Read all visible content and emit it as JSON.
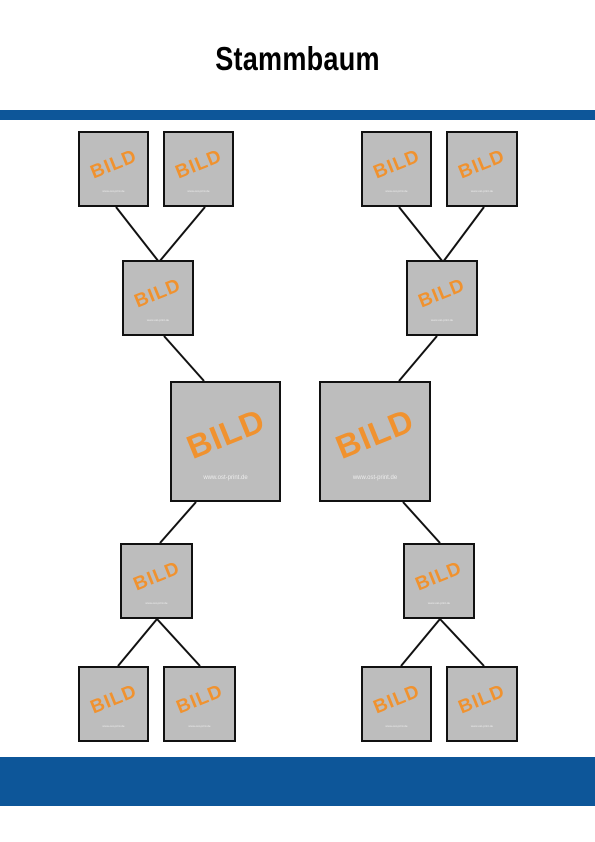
{
  "title": "Stammbaum",
  "colors": {
    "band": "#0d5699",
    "photo_fill": "#bdbdbd",
    "placeholder_text": "#f0922f",
    "frame": "#111111"
  },
  "placeholder": {
    "word": "BILD",
    "url": "www.ost-print.de"
  },
  "tree": {
    "left": {
      "grandparents_top": [
        "BILD",
        "BILD"
      ],
      "parent_top": "BILD",
      "main": "BILD",
      "parent_bottom": "BILD",
      "grandparents_bottom": [
        "BILD",
        "BILD"
      ]
    },
    "right": {
      "grandparents_top": [
        "BILD",
        "BILD"
      ],
      "parent_top": "BILD",
      "main": "BILD",
      "parent_bottom": "BILD",
      "grandparents_bottom": [
        "BILD",
        "BILD"
      ]
    }
  }
}
